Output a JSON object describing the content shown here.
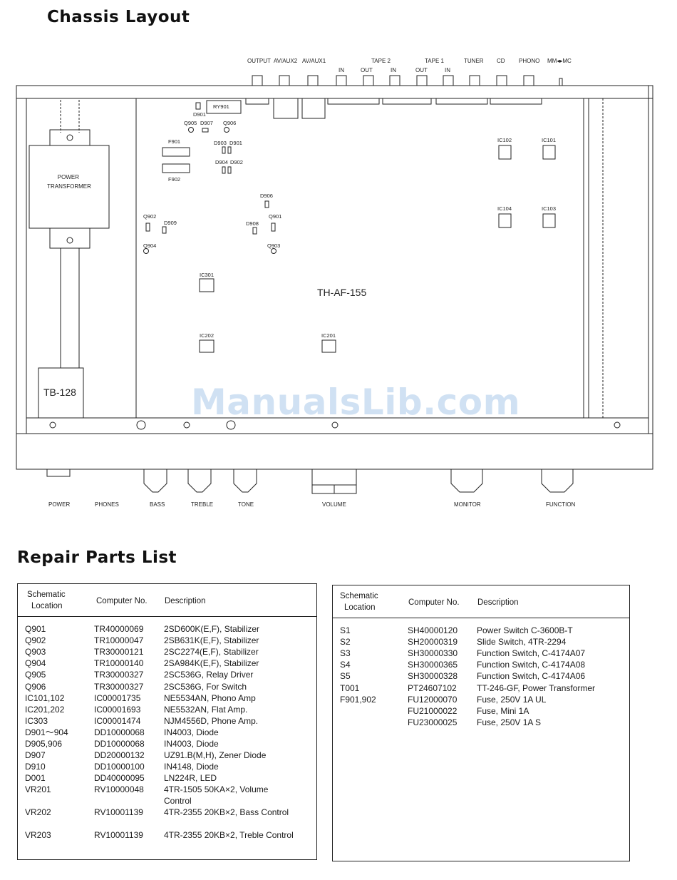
{
  "chassis": {
    "title": "Chassis Layout",
    "rear_labels": [
      "OUTPUT",
      "AV/AUX2",
      "AV/AUX1",
      "IN",
      "TAPE 2",
      "OUT",
      "IN",
      "OUT",
      "TAPE 1",
      "IN",
      "TUNER",
      "CD",
      "PHONO",
      "MM◂▸MC"
    ],
    "front_labels": [
      "POWER",
      "PHONES",
      "BASS",
      "TREBLE",
      "TONE",
      "VOLUME",
      "MONITOR",
      "FUNCTION"
    ],
    "power_transformer": "POWER TRANSFORMER",
    "terminal_block": "TB-128",
    "board_name": "TH-AF-155",
    "components": [
      "RY901",
      "D901",
      "Q905",
      "D907",
      "Q906",
      "F901",
      "F902",
      "D903",
      "D901",
      "D904",
      "D902",
      "D906",
      "Q902",
      "D909",
      "D908",
      "Q901",
      "Q904",
      "Q903",
      "IC301",
      "IC202",
      "IC201",
      "IC102",
      "IC101",
      "IC104",
      "IC103"
    ]
  },
  "watermark": "ManualsLib.com",
  "parts": {
    "title": "Repair Parts List",
    "headers": {
      "location_1": "Schematic",
      "location_2": "Location",
      "computer_no": "Computer No.",
      "description": "Description"
    },
    "left_rows": [
      {
        "loc": "Q901",
        "no": "TR40000069",
        "desc": "2SD600K(E,F), Stabilizer"
      },
      {
        "loc": "Q902",
        "no": "TR10000047",
        "desc": "2SB631K(E,F), Stabilizer"
      },
      {
        "loc": "Q903",
        "no": "TR30000121",
        "desc": "2SC2274(E,F), Stabilizer"
      },
      {
        "loc": "Q904",
        "no": "TR10000140",
        "desc": "2SA984K(E,F), Stabilizer"
      },
      {
        "loc": "Q905",
        "no": "TR30000327",
        "desc": "2SC536G, Relay Driver"
      },
      {
        "loc": "Q906",
        "no": "TR30000327",
        "desc": "2SC536G, For Switch"
      },
      {
        "loc": "IC101,102",
        "no": "IC00001735",
        "desc": "NE5534AN, Phono Amp"
      },
      {
        "loc": "IC201,202",
        "no": "IC00001693",
        "desc": "NE5532AN, Flat Amp."
      },
      {
        "loc": "IC303",
        "no": "IC00001474",
        "desc": "NJM4556D, Phone Amp."
      },
      {
        "loc": "D901～904",
        "no": "DD10000068",
        "desc": "IN4003, Diode"
      },
      {
        "loc": "D905,906",
        "no": "DD10000068",
        "desc": "IN4003, Diode"
      },
      {
        "loc": "D907",
        "no": "DD20000132",
        "desc": "UZ91.B(M,H), Zener Diode"
      },
      {
        "loc": "D910",
        "no": "DD10000100",
        "desc": "IN4148, Diode"
      },
      {
        "loc": "D001",
        "no": "DD40000095",
        "desc": "LN224R, LED"
      },
      {
        "loc": "VR201",
        "no": "RV10000048",
        "desc": "4TR-1505 50KA×2, Volume Control"
      },
      {
        "loc": "VR202",
        "no": "RV10001139",
        "desc": "4TR-2355 20KB×2, Bass Control"
      },
      {
        "loc": "VR203",
        "no": "RV10001139",
        "desc": "4TR-2355 20KB×2, Treble Control"
      }
    ],
    "right_rows": [
      {
        "loc": "S1",
        "no": "SH40000120",
        "desc": "Power Switch C-3600B-T"
      },
      {
        "loc": "S2",
        "no": "SH20000319",
        "desc": "Slide Switch, 4TR-2294"
      },
      {
        "loc": "S3",
        "no": "SH30000330",
        "desc": "Function Switch, C-4174A07"
      },
      {
        "loc": "S4",
        "no": "SH30000365",
        "desc": "Function Switch, C-4174A08"
      },
      {
        "loc": "S5",
        "no": "SH30000328",
        "desc": "Function Switch, C-4174A06"
      },
      {
        "loc": "T001",
        "no": "PT24607102",
        "desc": "TT-246-GF, Power Transformer"
      },
      {
        "loc": "F901,902",
        "no": "FU12000070",
        "desc": "Fuse, 250V 1A UL"
      },
      {
        "loc": "",
        "no": "FU21000022",
        "desc": "Fuse, Mini 1A"
      },
      {
        "loc": "",
        "no": "FU23000025",
        "desc": "Fuse, 250V 1A S"
      }
    ]
  }
}
